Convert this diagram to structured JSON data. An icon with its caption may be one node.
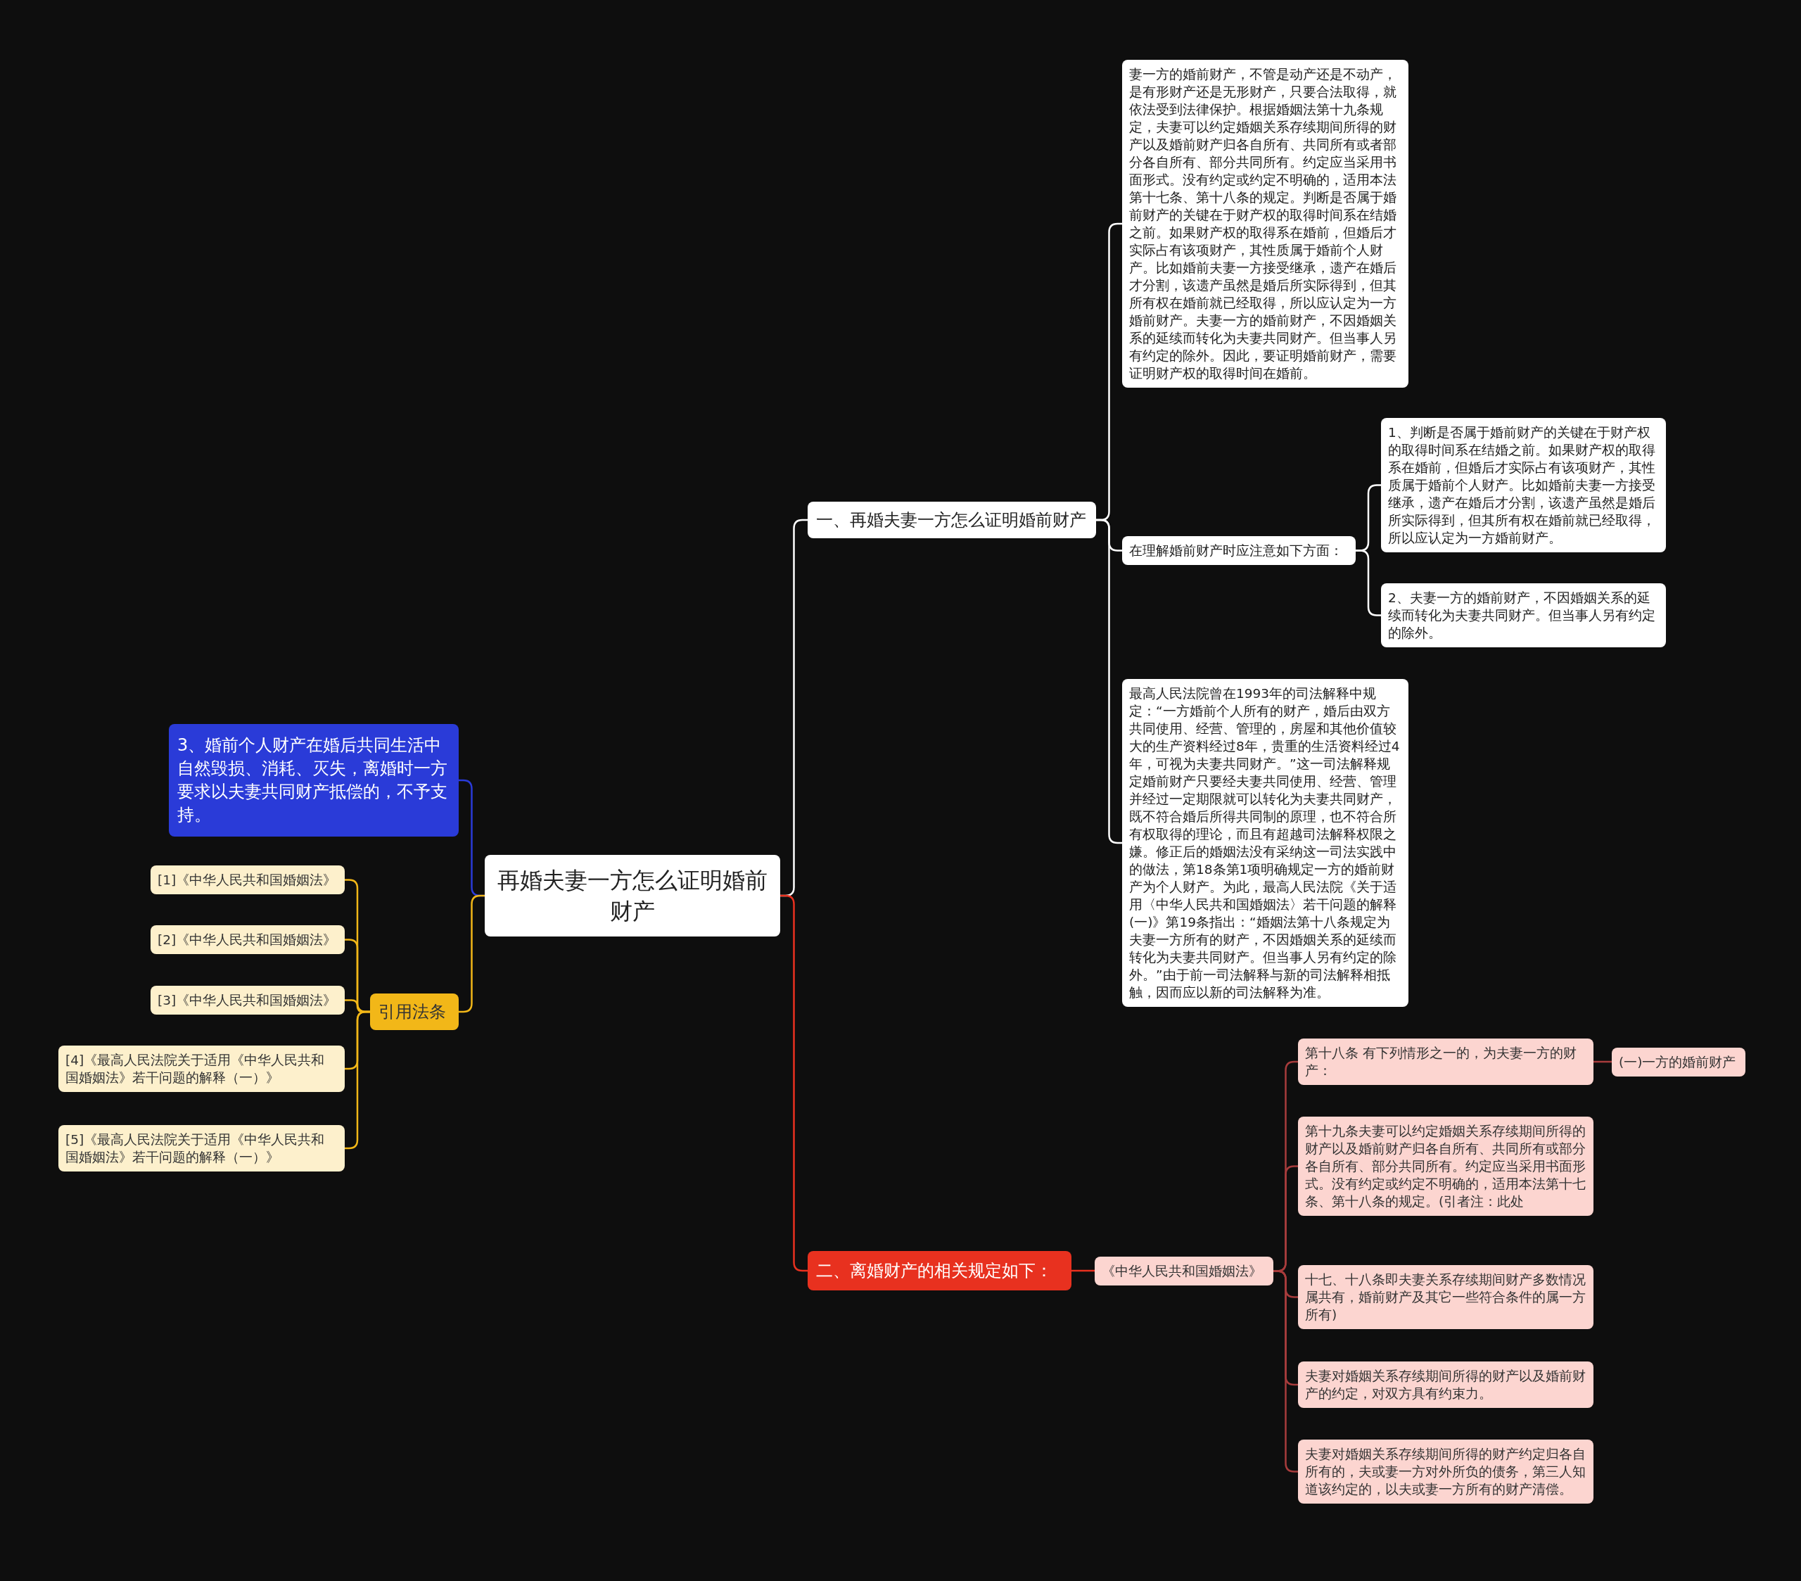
{
  "diagram": {
    "nodes": [
      {
        "text": [
          "再婚夫妻一方怎么证明婚前财产"
        ]
      },
      {
        "text": [
          "一、再婚夫妻一方怎么证明婚前财产"
        ]
      },
      {
        "text": [
          "妻一方的婚前财产，不管是动产还是不动产，是有形财产还是无形财产，只要合法取得，就依法受到法律保护。根据婚姻法第十九条规定，夫妻可以约定婚姻关系存续期间所得的财产以及婚前财产归各自所有、共同所有或者部分各自所有、部分共同所有。约定应当采用书面形式。没有约定或约定不明确的，适用本法第十七条、第十八条的规定。判断是否属于婚前财产的关键在于财产权的取得时间系在结婚之前。如果财产权的取得系在婚前，但婚后才实际占有该项财产，其性质属于婚前个人财产。比如婚前夫妻一方接受继承，遗产在婚后才分割，该遗产虽然是婚后所实际得到，但其所有权在婚前就已经取得，所以应认定为一方婚前财产。夫妻一方的婚前财产，不因婚姻关系的延续而转化为夫妻共同财产。但当事人另有约定的除外。因此，要证明婚前财产，需要证明财产权的取得时间在婚前。"
        ]
      },
      {
        "text": [
          "在理解婚前财产时应注意如下方面："
        ]
      },
      {
        "text": [
          "1、判断是否属于婚前财产的关键在于财产权的取得时间系在结婚之前。如果财产权的取得系在婚前，但婚后才实际占有该项财产，其性质属于婚前个人财产。比如婚前夫妻一方接受继承，遗产在婚后才分割，该遗产虽然是婚后所实际得到，但其所有权在婚前就已经取得，所以应认定为一方婚前财产。"
        ]
      },
      {
        "text": [
          "2、夫妻一方的婚前财产，不因婚姻关系的延续而转化为夫妻共同财产。但当事人另有约定的除外。"
        ]
      },
      {
        "text": [
          "最高人民法院曾在1993年的司法解释中规定：“一方婚前个人所有的财产，婚后由双方共同使用、经营、管理的，房屋和其他价值较大的生产资料经过8年，贵重的生活资料经过4年，可视为夫妻共同财产。”这一司法解释规定婚前财产只要经夫妻共同使用、经营、管理并经过一定期限就可以转化为夫妻共同财产，既不符合婚后所得共同制的原理，也不符合所有权取得的理论，而且有超越司法解释权限之嫌。修正后的婚姻法没有采纳这一司法实践中的做法，第18条第1项明确规定一方的婚前财产为个人财产。为此，最高人民法院《关于适用〈中华人民共和国婚姻法〉若干问题的解释(一)》第19条指出：“婚姻法第十八条规定为夫妻一方所有的财产，不因婚姻关系的延续而转化为夫妻共同财产。但当事人另有约定的除外。”由于前一司法解释与新的司法解释相抵触，因而应以新的司法解释为准。"
        ]
      },
      {
        "text": [
          "二、离婚财产的相关规定如下："
        ]
      },
      {
        "text": [
          "《中华人民共和国婚姻法》"
        ]
      },
      {
        "text": [
          "第十八条 有下列情形之一的，为夫妻一方的财产："
        ]
      },
      {
        "text": [
          "(一)一方的婚前财产"
        ]
      },
      {
        "text": [
          "第十九条夫妻可以约定婚姻关系存续期间所得的财产以及婚前财产归各自所有、共同所有或部分各自所有、部分共同所有。约定应当采用书面形式。没有约定或约定不明确的，适用本法第十七条、第十八条的规定。(引者注：此处"
        ]
      },
      {
        "text": [
          "十七、十八条即夫妻关系存续期间财产多数情况属共有，婚前财产及其它一些符合条件的属一方所有)"
        ]
      },
      {
        "text": [
          "夫妻对婚姻关系存续期间所得的财产以及婚前财产的约定，对双方具有约束力。"
        ]
      },
      {
        "text": [
          "夫妻对婚姻关系存续期间所得的财产约定归各自所有的，夫或妻一方对外所负的债务，第三人知道该约定的，以夫或妻一方所有的财产清偿。"
        ]
      },
      {
        "text": [
          "3、婚前个人财产在婚后共同生活中自然毁损、消耗、灭失，离婚时一方要求以夫妻共同财产抵偿的，不予支持。"
        ]
      },
      {
        "text": [
          "引用法条"
        ]
      },
      {
        "text": [
          "[1]《中华人民共和国婚姻法》"
        ]
      },
      {
        "text": [
          "[2]《中华人民共和国婚姻法》"
        ]
      },
      {
        "text": [
          "[3]《中华人民共和国婚姻法》"
        ]
      },
      {
        "text": [
          "[4]《最高人民法院关于适用《中华人民共和国婚姻法》若干问题的解释（一）》"
        ]
      },
      {
        "text": [
          "[5]《最高人民法院关于适用《中华人民共和国婚姻法》若干问题的解释（一）》"
        ]
      }
    ],
    "edges": [
      {
        "from": 0,
        "to": 1,
        "arrow": "none",
        "color": "#ffffff"
      },
      {
        "from": 1,
        "to": 2,
        "arrow": "none",
        "color": "#ffffff"
      },
      {
        "from": 1,
        "to": 3,
        "arrow": "none",
        "color": "#ffffff"
      },
      {
        "from": 3,
        "to": 4,
        "arrow": "none",
        "color": "#ffffff"
      },
      {
        "from": 3,
        "to": 5,
        "arrow": "none",
        "color": "#ffffff"
      },
      {
        "from": 1,
        "to": 6,
        "arrow": "none",
        "color": "#ffffff"
      },
      {
        "from": 0,
        "to": 7,
        "arrow": "none",
        "color": "#e8311f"
      },
      {
        "from": 7,
        "to": 8,
        "arrow": "none",
        "color": "#e8311f"
      },
      {
        "from": 8,
        "to": 9,
        "arrow": "none",
        "color": "#a83c3c"
      },
      {
        "from": 9,
        "to": 10,
        "arrow": "none",
        "color": "#a83c3c"
      },
      {
        "from": 8,
        "to": 11,
        "arrow": "none",
        "color": "#a83c3c"
      },
      {
        "from": 8,
        "to": 12,
        "arrow": "none",
        "color": "#a83c3c"
      },
      {
        "from": 8,
        "to": 13,
        "arrow": "none",
        "color": "#a83c3c"
      },
      {
        "from": 8,
        "to": 14,
        "arrow": "none",
        "color": "#a83c3c"
      },
      {
        "from": 0,
        "to": 15,
        "arrow": "none",
        "color": "#2a3bd8"
      },
      {
        "from": 0,
        "to": 16,
        "arrow": "none",
        "color": "#f2b718"
      },
      {
        "from": 16,
        "to": 17,
        "arrow": "none",
        "color": "#f2b718"
      },
      {
        "from": 16,
        "to": 18,
        "arrow": "none",
        "color": "#f2b718"
      },
      {
        "from": 16,
        "to": 19,
        "arrow": "none",
        "color": "#f2b718"
      },
      {
        "from": 16,
        "to": 20,
        "arrow": "none",
        "color": "#f2b718"
      },
      {
        "from": 16,
        "to": 21,
        "arrow": "none",
        "color": "#f2b718"
      }
    ]
  }
}
